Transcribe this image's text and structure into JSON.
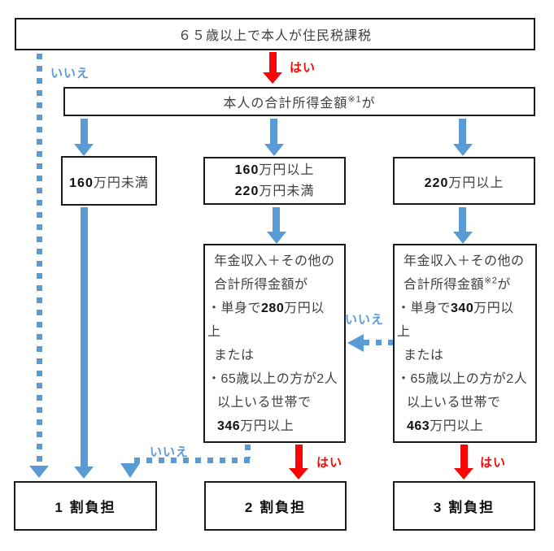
{
  "colors": {
    "blue": "#5B9BD5",
    "red": "#FB0607",
    "box_border": "#1a1a1a",
    "text": "#404040"
  },
  "nodes": {
    "start": {
      "label": "６５歳以上で本人が住民税課税"
    },
    "income": {
      "runs": [
        {
          "t": "本人の合計所得金額"
        },
        {
          "t": "※1",
          "sup": true
        },
        {
          "t": "が"
        }
      ]
    },
    "under160": {
      "runs": [
        {
          "t": "160",
          "b": true
        },
        {
          "t": "万円未満"
        }
      ]
    },
    "between160_220": {
      "line1": [
        {
          "t": "160",
          "b": true
        },
        {
          "t": "万円以上"
        }
      ],
      "line2": [
        {
          "t": "220",
          "b": true
        },
        {
          "t": "万円未満"
        }
      ]
    },
    "over220": {
      "runs": [
        {
          "t": "220",
          "b": true
        },
        {
          "t": "万円以上"
        }
      ]
    },
    "mid_detail": {
      "lines": [
        [
          {
            "t": "年金収入＋その他の"
          }
        ],
        [
          {
            "t": "合計所得金額が"
          }
        ],
        [
          {
            "t": "・単身で"
          },
          {
            "t": "280",
            "b": true
          },
          {
            "t": "万円以"
          }
        ],
        [
          {
            "t": "上"
          }
        ],
        [
          {
            "t": "または"
          }
        ],
        [
          {
            "t": "・65歳以上の方が2人"
          }
        ],
        [
          {
            "t": "以上いる世帯で"
          }
        ],
        [
          {
            "t": "346",
            "b": true
          },
          {
            "t": "万円以上"
          }
        ]
      ]
    },
    "right_detail": {
      "lines": [
        [
          {
            "t": "年金収入＋その他の"
          }
        ],
        [
          {
            "t": "合計所得金額"
          },
          {
            "t": "※2",
            "sup": true
          },
          {
            "t": "が"
          }
        ],
        [
          {
            "t": "・単身で"
          },
          {
            "t": "340",
            "b": true
          },
          {
            "t": "万円以"
          }
        ],
        [
          {
            "t": "上"
          }
        ],
        [
          {
            "t": "または"
          }
        ],
        [
          {
            "t": "・65歳以上の方が2人"
          }
        ],
        [
          {
            "t": "以上いる世帯で"
          }
        ],
        [
          {
            "t": "463",
            "b": true
          },
          {
            "t": "万円以上"
          }
        ]
      ]
    },
    "result1": {
      "label": "1 割負担"
    },
    "result2": {
      "label": "2 割負担"
    },
    "result3": {
      "label": "3 割負担"
    }
  },
  "edges": {
    "yes_top": "はい",
    "no_left": "いいえ",
    "no_right_to_mid": "いいえ",
    "no_mid_to_left": "いいえ",
    "yes_mid": "はい",
    "yes_right": "はい"
  }
}
